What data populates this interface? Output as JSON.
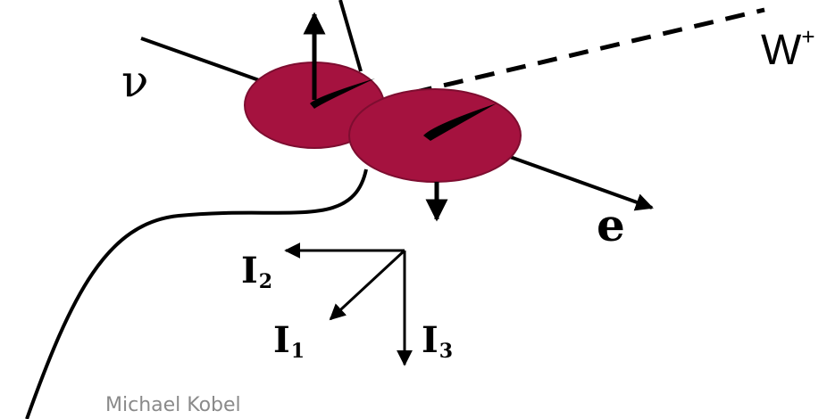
{
  "labels": {
    "neutrino": "ν",
    "w_boson": "W",
    "w_charge": "+",
    "electron": "e",
    "isospin_1": "I",
    "isospin_1_sub": "1",
    "isospin_2": "I",
    "isospin_2_sub": "2",
    "isospin_3": "I",
    "isospin_3_sub": "3"
  },
  "author": "Michael Kobel",
  "colors": {
    "disk_fill": "#a5123f",
    "disk_edge": "#7e0d30",
    "stroke": "#000000",
    "author_text": "#8a8a8a"
  }
}
